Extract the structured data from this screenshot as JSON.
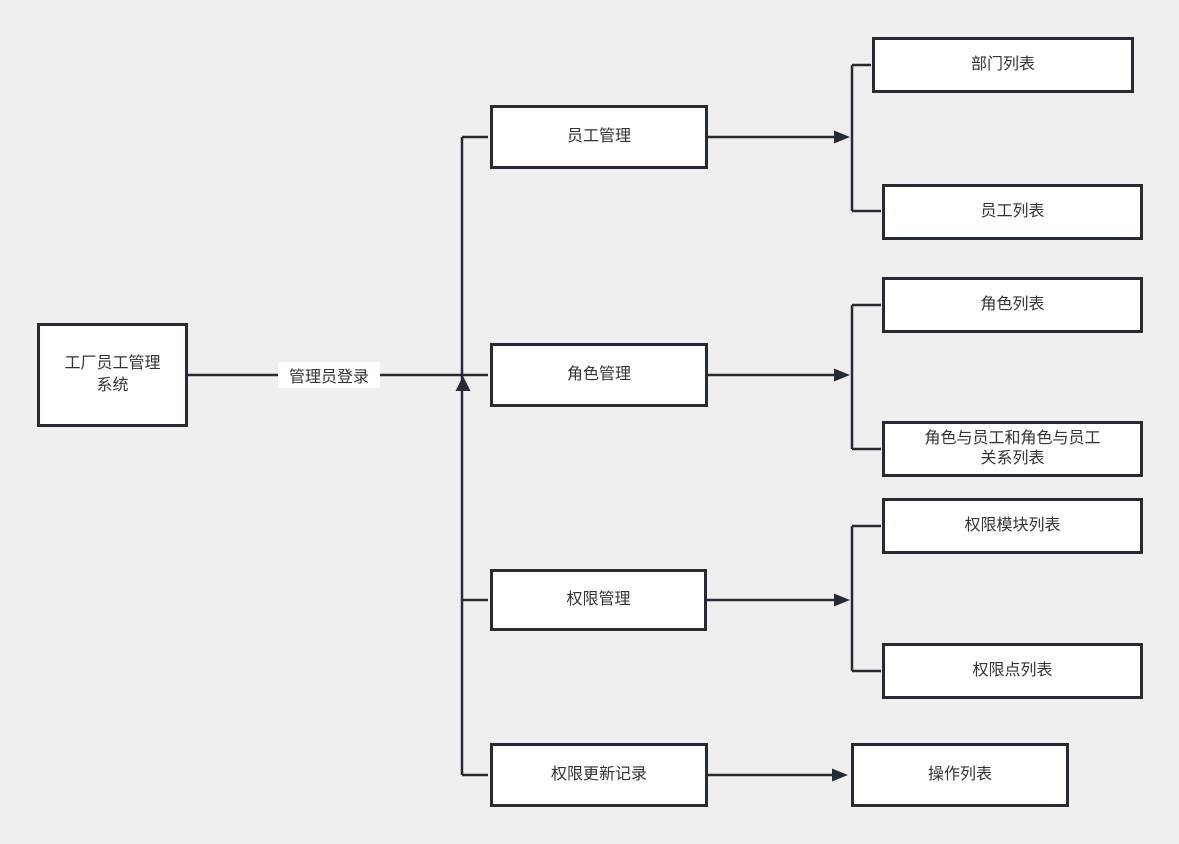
{
  "colors": {
    "background": "#EFEFEF",
    "line": "#262B33",
    "box_fill": "#FFFFFF",
    "text": "#333333"
  },
  "root": {
    "label": "工厂员工管理系统",
    "lines": [
      "工厂员工管理",
      "系统"
    ]
  },
  "edge": {
    "label": "管理员登录"
  },
  "level1": [
    {
      "label": "员工管理"
    },
    {
      "label": "角色管理"
    },
    {
      "label": "权限管理"
    },
    {
      "label": "权限更新记录"
    }
  ],
  "level2": [
    {
      "label": "部门列表"
    },
    {
      "label": "员工列表"
    },
    {
      "label": "角色列表"
    },
    {
      "label": "角色与员工和角色与员工关系列表",
      "lines": [
        "角色与员工和角色与员工",
        "关系列表"
      ]
    },
    {
      "label": "权限模块列表"
    },
    {
      "label": "权限点列表"
    },
    {
      "label": "操作列表"
    }
  ],
  "connections": [
    {
      "from": "工厂员工管理系统",
      "to": "员工管理",
      "via": "管理员登录"
    },
    {
      "from": "工厂员工管理系统",
      "to": "角色管理",
      "via": "管理员登录"
    },
    {
      "from": "工厂员工管理系统",
      "to": "权限管理",
      "via": "管理员登录"
    },
    {
      "from": "工厂员工管理系统",
      "to": "权限更新记录",
      "via": "管理员登录"
    },
    {
      "from": "员工管理",
      "to": "部门列表"
    },
    {
      "from": "员工管理",
      "to": "员工列表"
    },
    {
      "from": "角色管理",
      "to": "角色列表"
    },
    {
      "from": "角色管理",
      "to": "角色与员工和角色与员工关系列表"
    },
    {
      "from": "权限管理",
      "to": "权限模块列表"
    },
    {
      "from": "权限管理",
      "to": "权限点列表"
    },
    {
      "from": "权限更新记录",
      "to": "操作列表"
    }
  ]
}
